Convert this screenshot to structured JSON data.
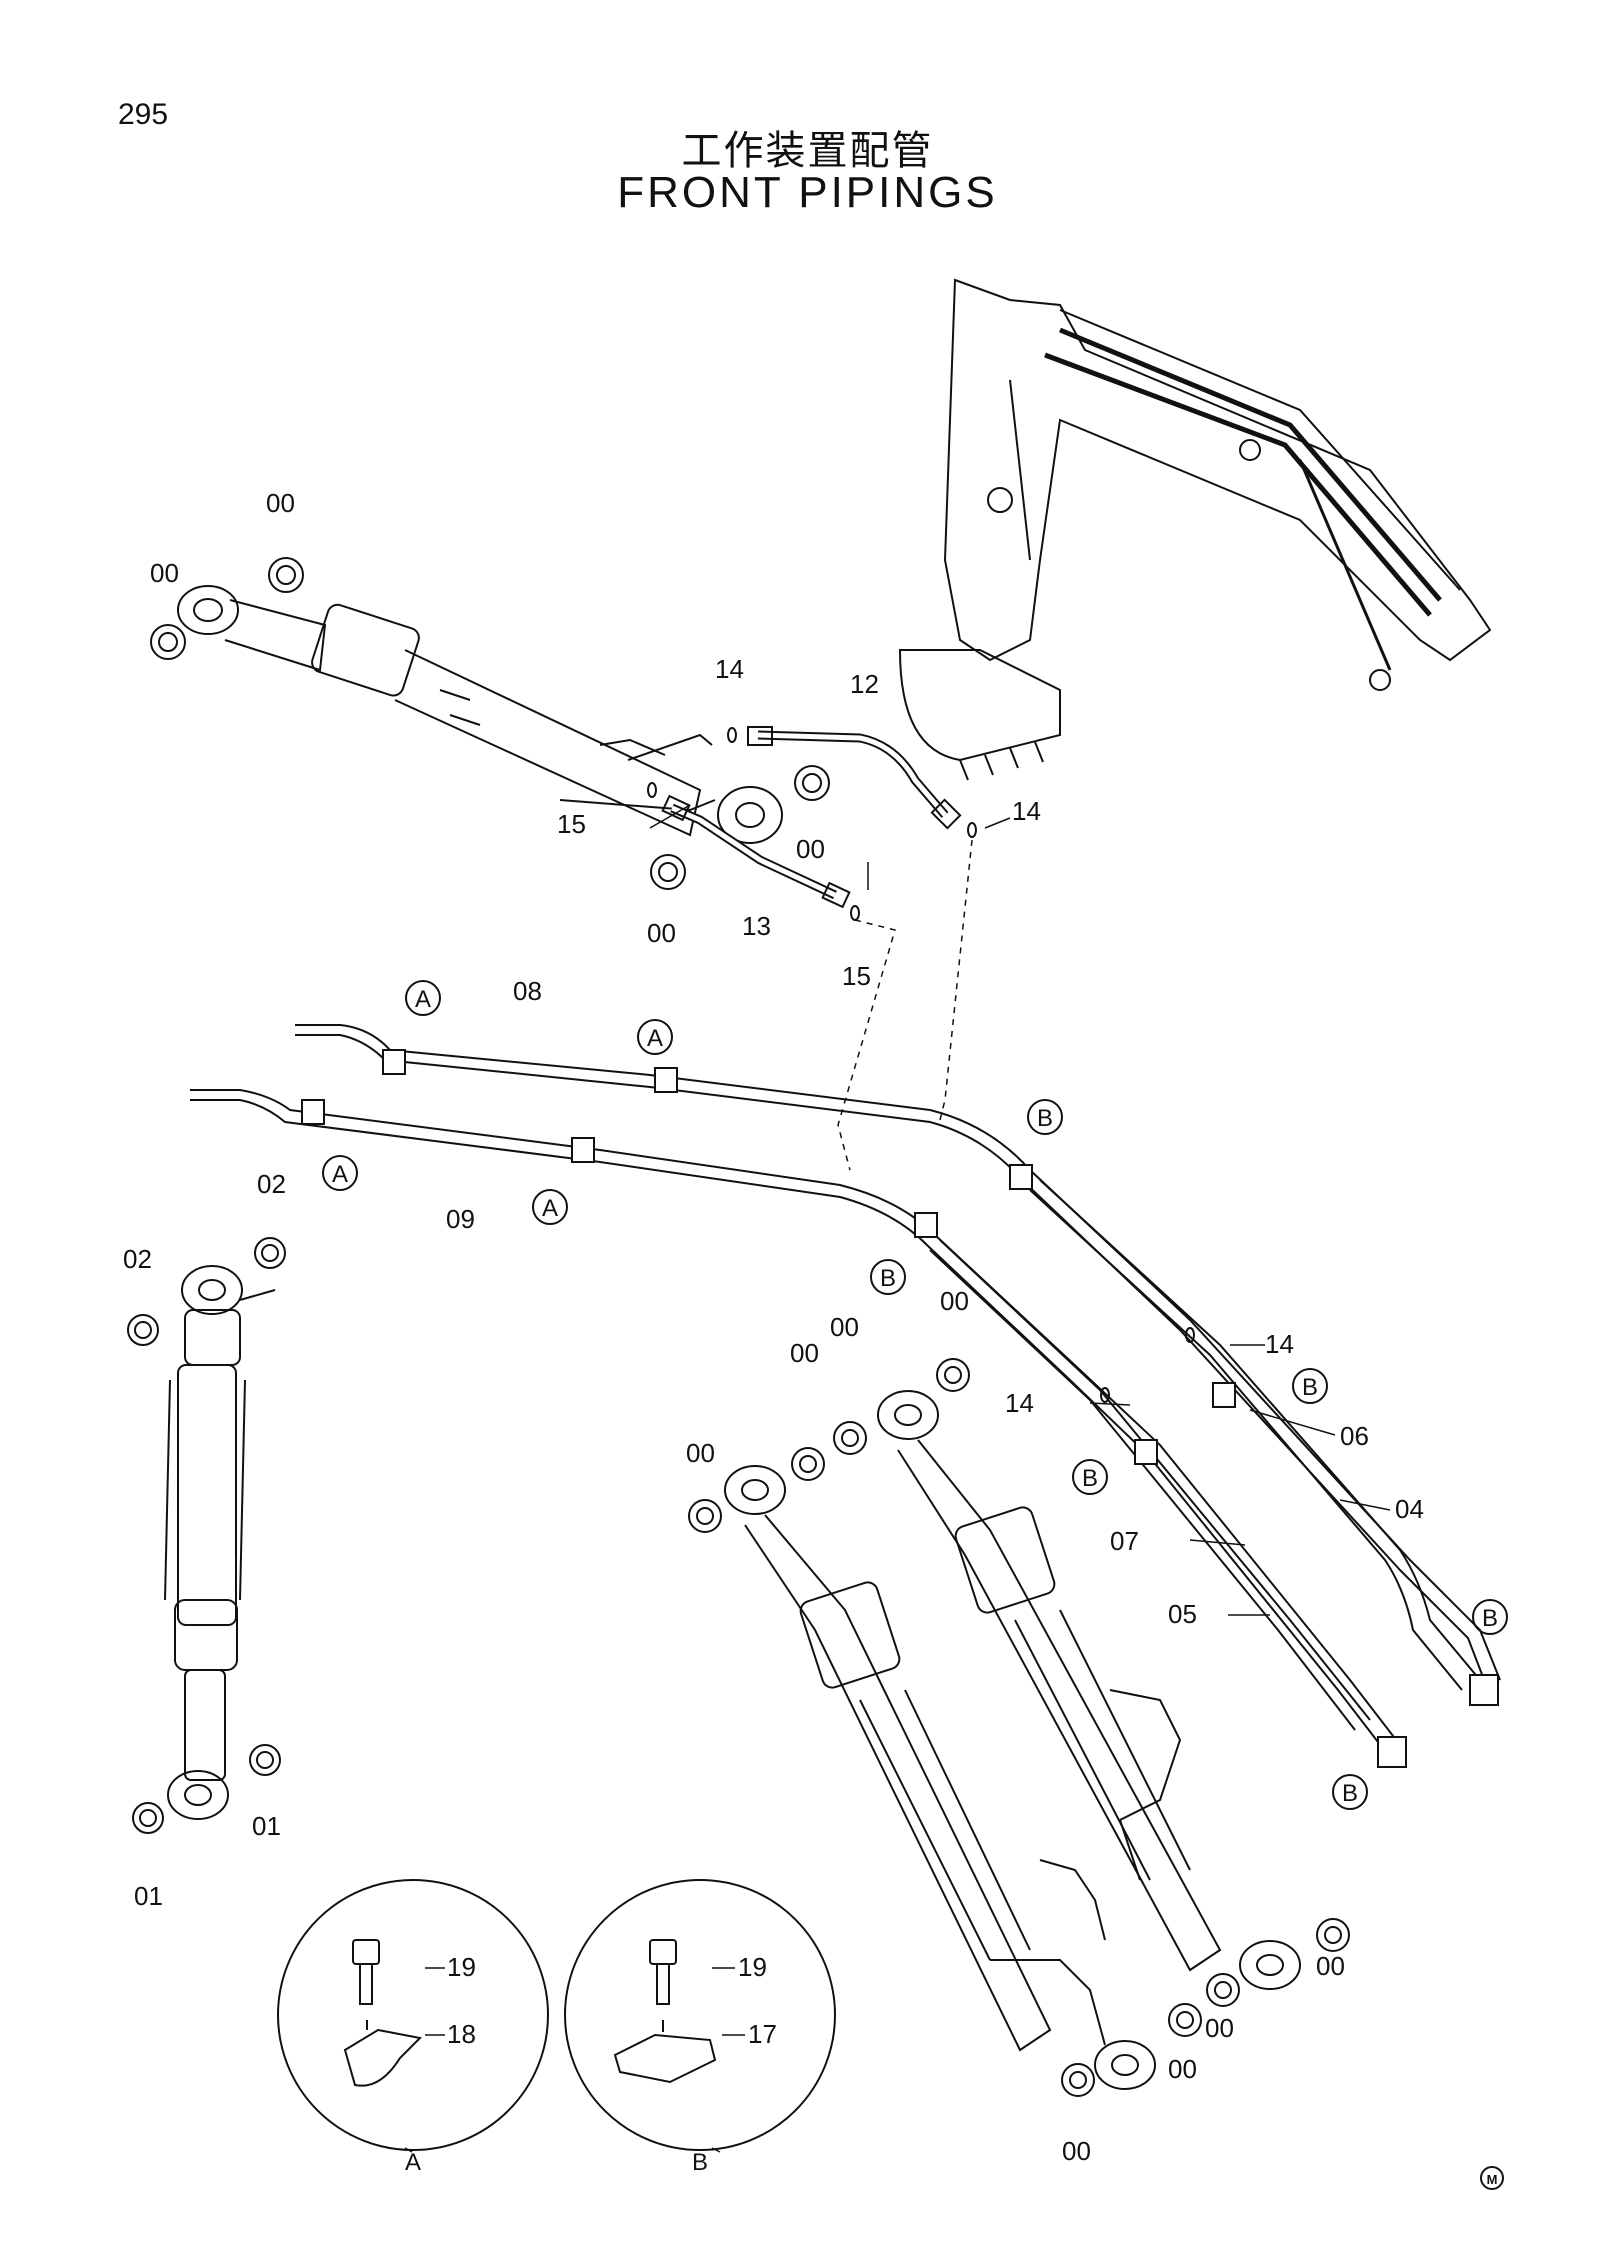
{
  "page": {
    "number": "295",
    "title_ja": "工作装置配管",
    "title_en": "FRONT PIPINGS",
    "mark": "M"
  },
  "callouts": {
    "c00": "00",
    "c01": "01",
    "c02": "02",
    "c04": "04",
    "c05": "05",
    "c06": "06",
    "c07": "07",
    "c08": "08",
    "c09": "09",
    "c12": "12",
    "c13": "13",
    "c14": "14",
    "c15": "15",
    "c17": "17",
    "c18": "18",
    "c19": "19",
    "clampA": "A",
    "clampB": "B"
  },
  "details": {
    "detailA": "A",
    "detailB": "B"
  }
}
